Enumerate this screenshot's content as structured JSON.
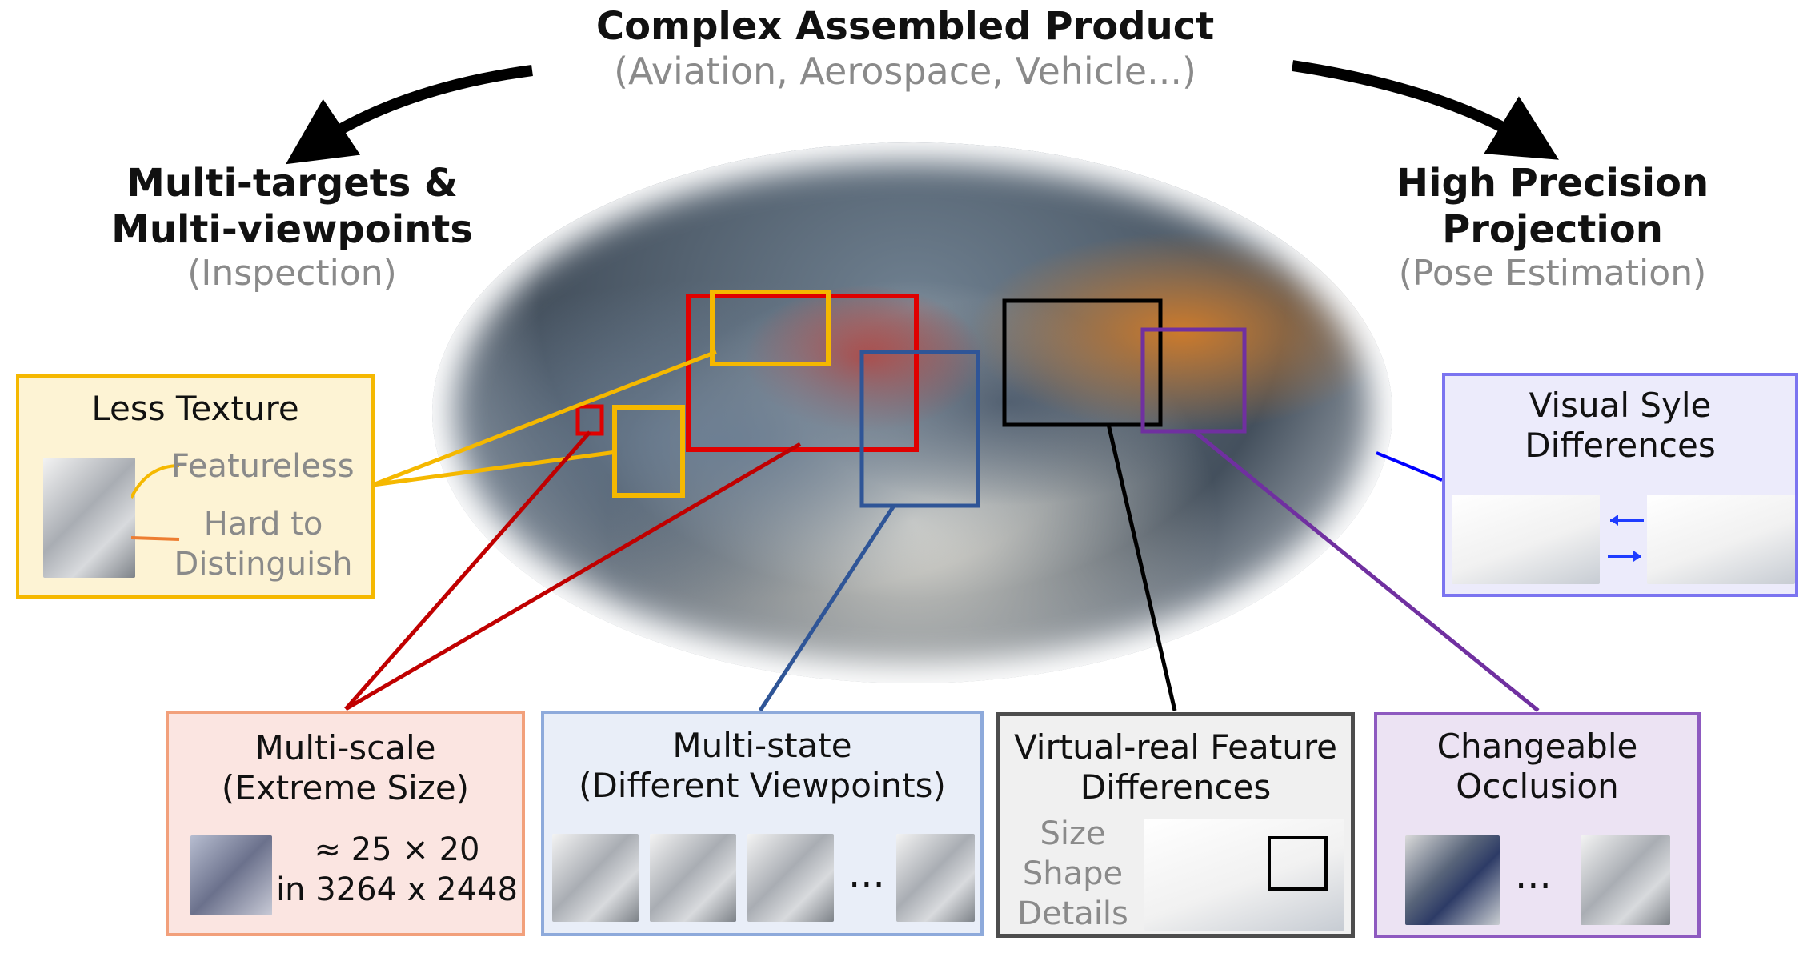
{
  "header": {
    "title": "Complex Assembled Product",
    "subtitle": "(Aviation, Aerospace, Vehicle...)"
  },
  "left_branch": {
    "title_line1": "Multi-targets &",
    "title_line2": "Multi-viewpoints",
    "subtitle": "(Inspection)"
  },
  "right_branch": {
    "title_line1": "High Precision",
    "title_line2": "Projection",
    "subtitle": "(Pose Estimation)"
  },
  "less_texture": {
    "title": "Less Texture",
    "item1": "Featureless",
    "item2_line1": "Hard to",
    "item2_line2": "Distinguish",
    "color": "#f5b800",
    "bg": "#fdf3d4"
  },
  "visual_style": {
    "title_line1": "Visual Syle",
    "title_line2": "Differences",
    "color": "#7b74f0",
    "bg": "#ecebfb"
  },
  "multi_scale": {
    "title_line1": "Multi-scale",
    "title_line2": "(Extreme Size)",
    "size_line1": "≈ 25 × 20",
    "size_line2": "in 3264 x 2448",
    "color": "#f2a07b",
    "bg": "#fbe5e1"
  },
  "multi_state": {
    "title_line1": "Multi-state",
    "title_line2": "(Different Viewpoints)",
    "ellipsis": "...",
    "color": "#8eaadb",
    "bg": "#e9eef8"
  },
  "virtual_real": {
    "title_line1": "Virtual-real Feature",
    "title_line2": "Differences",
    "item1": "Size",
    "item2": "Shape",
    "item3": "Details",
    "color": "#4d4d4d",
    "bg": "#f0f0f0"
  },
  "occlusion": {
    "title_line1": "Changeable",
    "title_line2": "Occlusion",
    "ellipsis": "...",
    "color": "#8e5ac0",
    "bg": "#ece3f3"
  },
  "colors": {
    "arrow": "#000000",
    "multi_scale_line": "#c00000",
    "multi_state_line": "#2f5597",
    "visual_style_line": "#0000ff"
  }
}
